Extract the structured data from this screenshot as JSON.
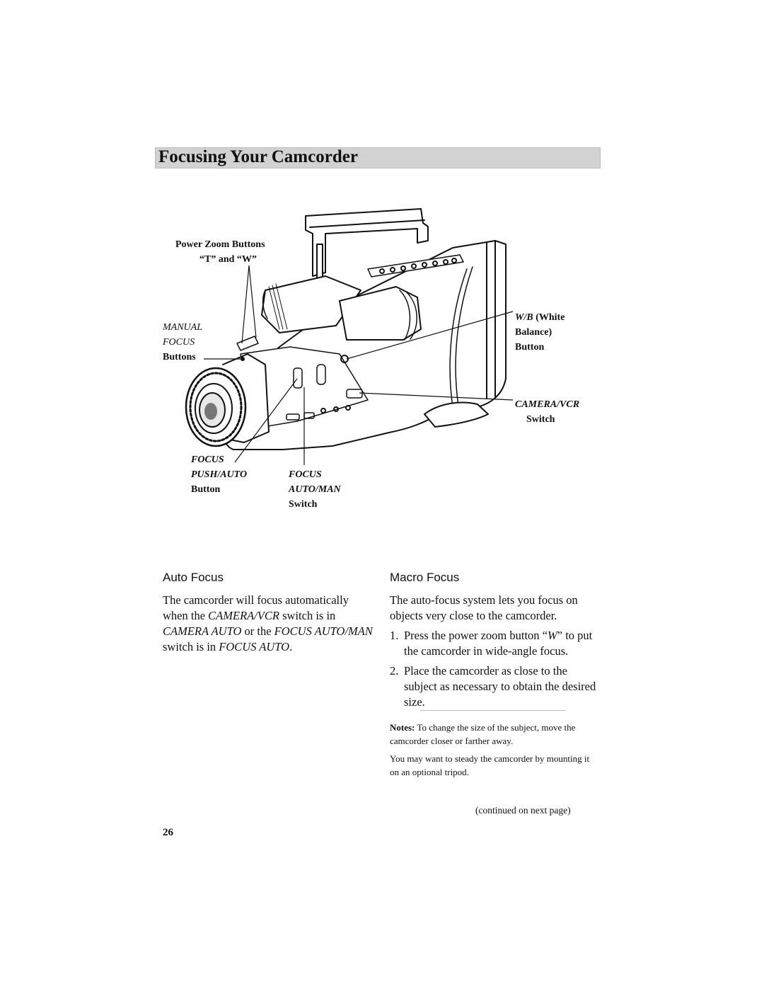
{
  "title": "Focusing Your Camcorder",
  "figure": {
    "zoom_buttons_line1": "Power Zoom Buttons",
    "zoom_buttons_line2": "“T” and “W”",
    "manual": "MANUAL",
    "focus": "FOCUS",
    "buttons": "Buttons",
    "wb_italic": "W/B",
    "wb_white": "(White",
    "wb_balance": "Balance)",
    "wb_button": "Button",
    "camera_vcr": "CAMERA/VCR",
    "camera_vcr_switch": "Switch",
    "push_focus": "FOCUS",
    "push_auto": "PUSH/AUTO",
    "push_button": "Button",
    "auto_focus": "FOCUS",
    "auto_man": "AUTO/MAN",
    "auto_switch": "Switch"
  },
  "auto_focus": {
    "heading": "Auto Focus",
    "text_1": "The camcorder will focus automatically when the ",
    "text_2": "CAMERA/VCR",
    "text_3": " switch is in ",
    "text_4": "CAMERA AUTO",
    "text_5": " or the ",
    "text_6": "FOCUS AUTO/MAN",
    "text_7": " switch is in ",
    "text_8": "FOCUS AUTO",
    "text_9": "."
  },
  "macro_focus": {
    "heading": "Macro Focus",
    "intro": "The auto-focus system lets you focus on objects very close to the camcorder.",
    "step1_num": "1.",
    "step1_a": "Press the power zoom button “",
    "step1_b": "W",
    "step1_c": "” to put the camcorder in wide-angle focus.",
    "step2_num": "2.",
    "step2": "Place the camcorder as close to the subject as necessary to obtain the desired size."
  },
  "notes": {
    "label": "Notes:",
    "note1": " To change the size of the subject, move the camcorder closer or farther away.",
    "note2": "You may want to steady the camcorder by mounting it on an optional tripod."
  },
  "continued": "(continued on next page)",
  "page_number": "26"
}
